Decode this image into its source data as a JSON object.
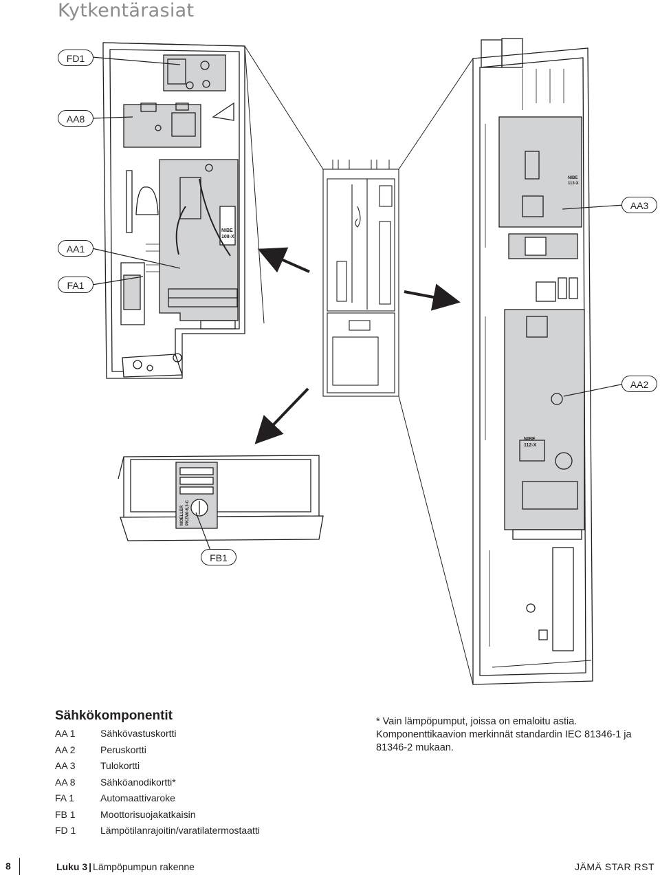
{
  "page_title": "Kytkentärasiat",
  "callouts": {
    "fd1": "FD1",
    "aa8": "AA8",
    "aa1": "AA1",
    "fa1": "FA1",
    "aa3": "AA3",
    "aa2": "AA2",
    "fb1": "FB1"
  },
  "board_labels": {
    "aa1_brand": "NIBE",
    "aa1_model": "108-X",
    "aa3_brand": "NIBE",
    "aa3_model": "113-X",
    "aa2_brand": "NIBE",
    "aa2_model": "112-X",
    "fb1_brand": "MOELLER",
    "fb1_model": "PKZM0-6,3-C"
  },
  "legend": {
    "title": "Sähkökomponentit",
    "items": [
      {
        "code": "AA 1",
        "text": "Sähkövastuskortti"
      },
      {
        "code": "AA 2",
        "text": "Peruskortti"
      },
      {
        "code": "AA 3",
        "text": "Tulokortti"
      },
      {
        "code": "AA 8",
        "text": "Sähköanodikortti*"
      },
      {
        "code": "FA 1",
        "text": "Automaattivaroke"
      },
      {
        "code": "FB 1",
        "text": "Moottorisuojakatkaisin"
      },
      {
        "code": "FD 1",
        "text": "Lämpötilanrajoitin/varatilatermostaatti"
      }
    ]
  },
  "notes": {
    "line1": "* Vain lämpöpumput, joissa on emaloitu astia.",
    "line2": "Komponenttikaavion merkinnät standardin IEC 81346-1 ja 81346-2 mukaan."
  },
  "footer": {
    "page_number": "8",
    "chapter_label": "Luku 3",
    "separator": "|",
    "chapter_title": "Lämpöpumpun rakenne",
    "product": "JÄMÄ STAR RST"
  },
  "colors": {
    "board_fill": "#d1d3d4",
    "line": "#231f20",
    "title_gray": "#8a8c8e"
  }
}
